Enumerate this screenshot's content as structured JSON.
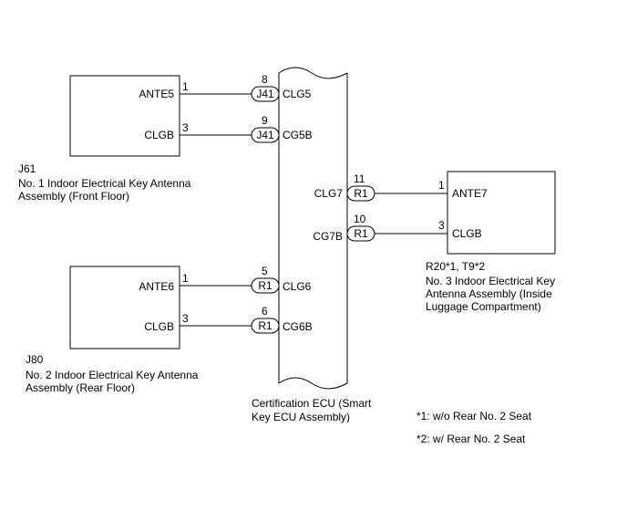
{
  "ecu": {
    "label_line1": "Certification ECU (Smart",
    "label_line2": "Key ECU Assembly)"
  },
  "antenna_front": {
    "code": "J61",
    "name_line1": "No. 1 Indoor Electrical Key Antenna",
    "name_line2": "Assembly (Front Floor)",
    "pins": [
      {
        "num": "1",
        "name": "ANTE5",
        "ecu_pin": "8",
        "connector": "J41",
        "ecu_terminal": "CLG5"
      },
      {
        "num": "3",
        "name": "CLGB",
        "ecu_pin": "9",
        "connector": "J41",
        "ecu_terminal": "CG5B"
      }
    ]
  },
  "antenna_rear_floor": {
    "code": "J80",
    "name_line1": "No. 2 Indoor Electrical Key Antenna",
    "name_line2": "Assembly (Rear Floor)",
    "pins": [
      {
        "num": "1",
        "name": "ANTE6",
        "ecu_pin": "5",
        "connector": "R1",
        "ecu_terminal": "CLG6"
      },
      {
        "num": "3",
        "name": "CLGB",
        "ecu_pin": "6",
        "connector": "R1",
        "ecu_terminal": "CG6B"
      }
    ]
  },
  "antenna_luggage": {
    "code": "R20*1, T9*2",
    "name_line1": "No. 3 Indoor Electrical Key",
    "name_line2": "Antenna Assembly (Inside",
    "name_line3": "Luggage Compartment)",
    "pins": [
      {
        "num": "1",
        "name": "ANTE7",
        "ecu_pin": "11",
        "connector": "R1",
        "ecu_terminal": "CLG7"
      },
      {
        "num": "3",
        "name": "CLGB",
        "ecu_pin": "10",
        "connector": "R1",
        "ecu_terminal": "CG7B"
      }
    ]
  },
  "notes": [
    "*1: w/o Rear No. 2 Seat",
    "*2: w/ Rear No. 2 Seat"
  ]
}
